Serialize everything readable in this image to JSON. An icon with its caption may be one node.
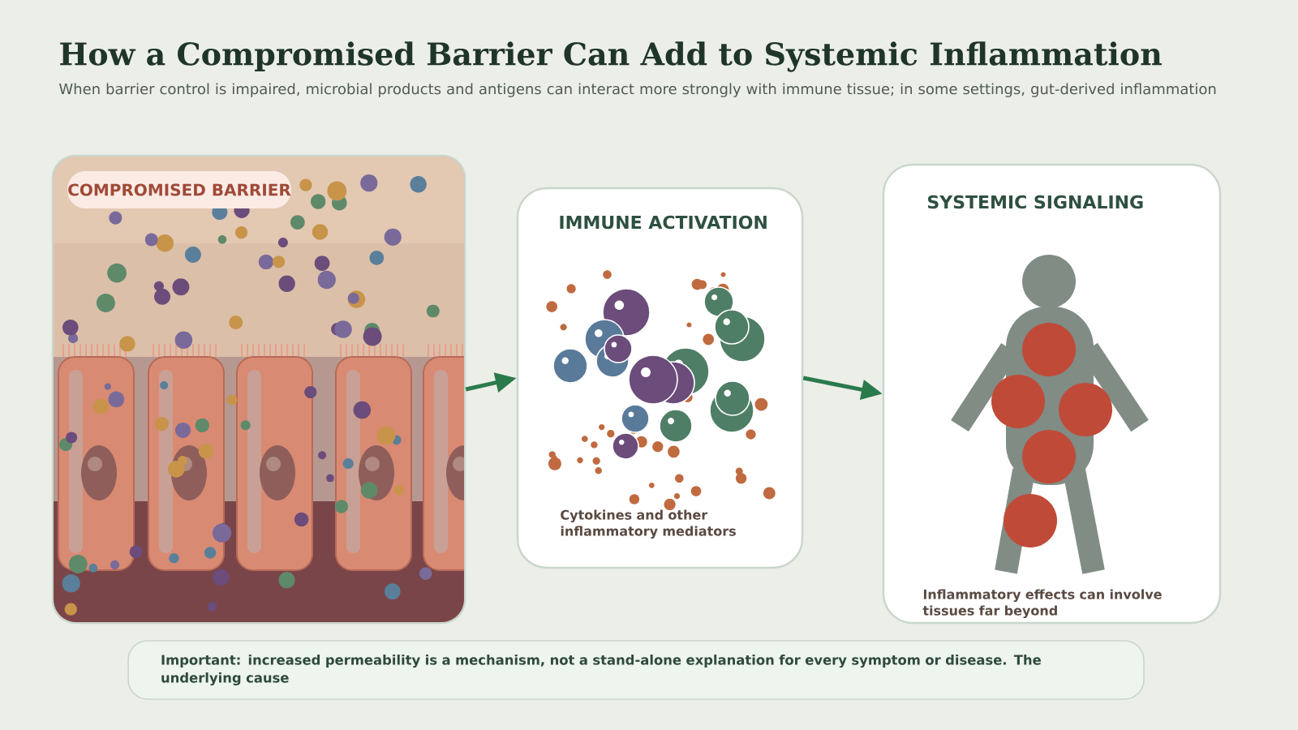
{
  "diagram": {
    "title": "How a Compromised Barrier Can Add to Systemic Inflammation",
    "nodes": [
      {
        "text": [
          "COMPROMISED BARRIER"
        ]
      },
      {
        "text": [
          "IMMUNE ACTIVATION",
          "Cytokines and other inflammatory mediators"
        ]
      },
      {
        "text": [
          "SYSTEMIC SIGNALING",
          "Inflammatory effects can involve tissues far beyond"
        ]
      },
      {
        "text": [
          "Important: increased permeability is a mechanism, not a stand-alone explanation for every symptom or disease. The underlying cause"
        ]
      }
    ],
    "edges": [
      {
        "from": 0,
        "to": 1,
        "arrow": "to"
      },
      {
        "from": 1,
        "to": 2,
        "arrow": "to"
      }
    ],
    "labels": [
      "When barrier control is impaired, microbial products and antigens can interact more strongly with immune tissue; in some settings, gut-derived inflammation"
    ]
  }
}
